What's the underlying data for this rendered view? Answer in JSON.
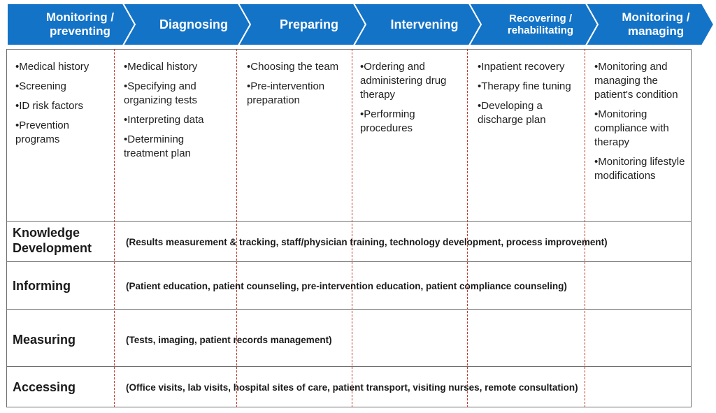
{
  "colors": {
    "header_blue": "#1373c7",
    "divider_red": "#c0392b",
    "border_gray": "#6e6e6e"
  },
  "stages": [
    {
      "title": "Monitoring /\npreventing",
      "items": [
        "Medical history",
        "Screening",
        "ID risk factors",
        "Prevention programs"
      ]
    },
    {
      "title": "Diagnosing",
      "items": [
        "Medical history",
        "Specifying and organizing tests",
        "Interpreting data",
        "Determining treatment plan"
      ]
    },
    {
      "title": "Preparing",
      "items": [
        "Choosing the team",
        "Pre-intervention preparation"
      ]
    },
    {
      "title": "Intervening",
      "items": [
        "Ordering and administering drug therapy",
        "Performing procedures"
      ]
    },
    {
      "title": "Recovering /\nrehabilitating",
      "items": [
        "Inpatient recovery",
        "Therapy fine tuning",
        "Developing a discharge plan"
      ]
    },
    {
      "title": "Monitoring /\nmanaging",
      "items": [
        "Monitoring and managing the patient's condition",
        "Monitoring compliance with therapy",
        "Monitoring lifestyle modifications"
      ]
    }
  ],
  "rows": [
    {
      "label": "Knowledge\nDevelopment",
      "description": "(Results measurement & tracking, staff/physician training, technology development, process improvement)"
    },
    {
      "label": "Informing",
      "description": "(Patient education, patient counseling, pre-intervention education, patient compliance counseling)"
    },
    {
      "label": "Measuring",
      "description": "(Tests, imaging, patient  records management)"
    },
    {
      "label": "Accessing",
      "description": "(Office visits, lab visits, hospital sites of care, patient transport, visiting nurses, remote consultation)"
    }
  ]
}
